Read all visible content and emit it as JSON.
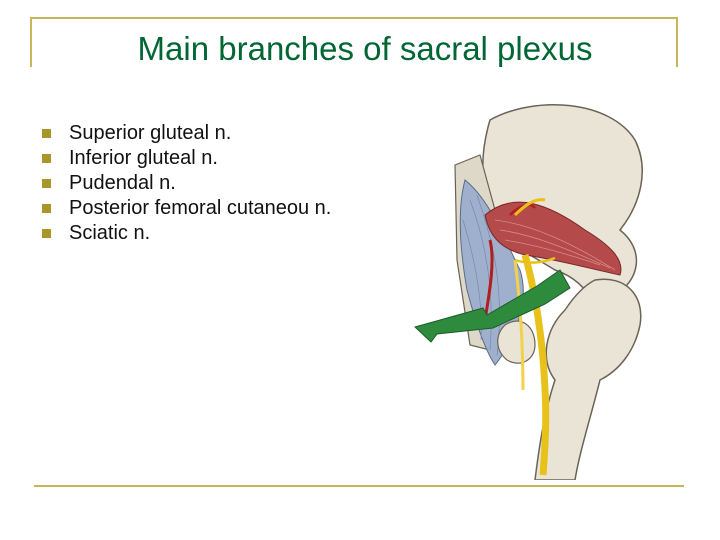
{
  "slide": {
    "title": "Main branches of sacral plexus",
    "bullets": [
      "Superior gluteal n.",
      "Inferior gluteal n.",
      "Pudendal n.",
      "Posterior femoral cutaneou n.",
      "Sciatic n."
    ]
  },
  "figure": {
    "subject": "sacral-plexus-hip-illustration",
    "colors": {
      "bone": "#e9e4d6",
      "bone_outline": "#6b6356",
      "muscle": "#b54a4a",
      "ligament": "#9fb0cc",
      "nerve": "#e8c21a",
      "arrow": "#2e8b3e"
    }
  },
  "theme": {
    "title_color": "#006633",
    "accent_color": "#c8b75a",
    "bullet_color": "#a8962b"
  }
}
